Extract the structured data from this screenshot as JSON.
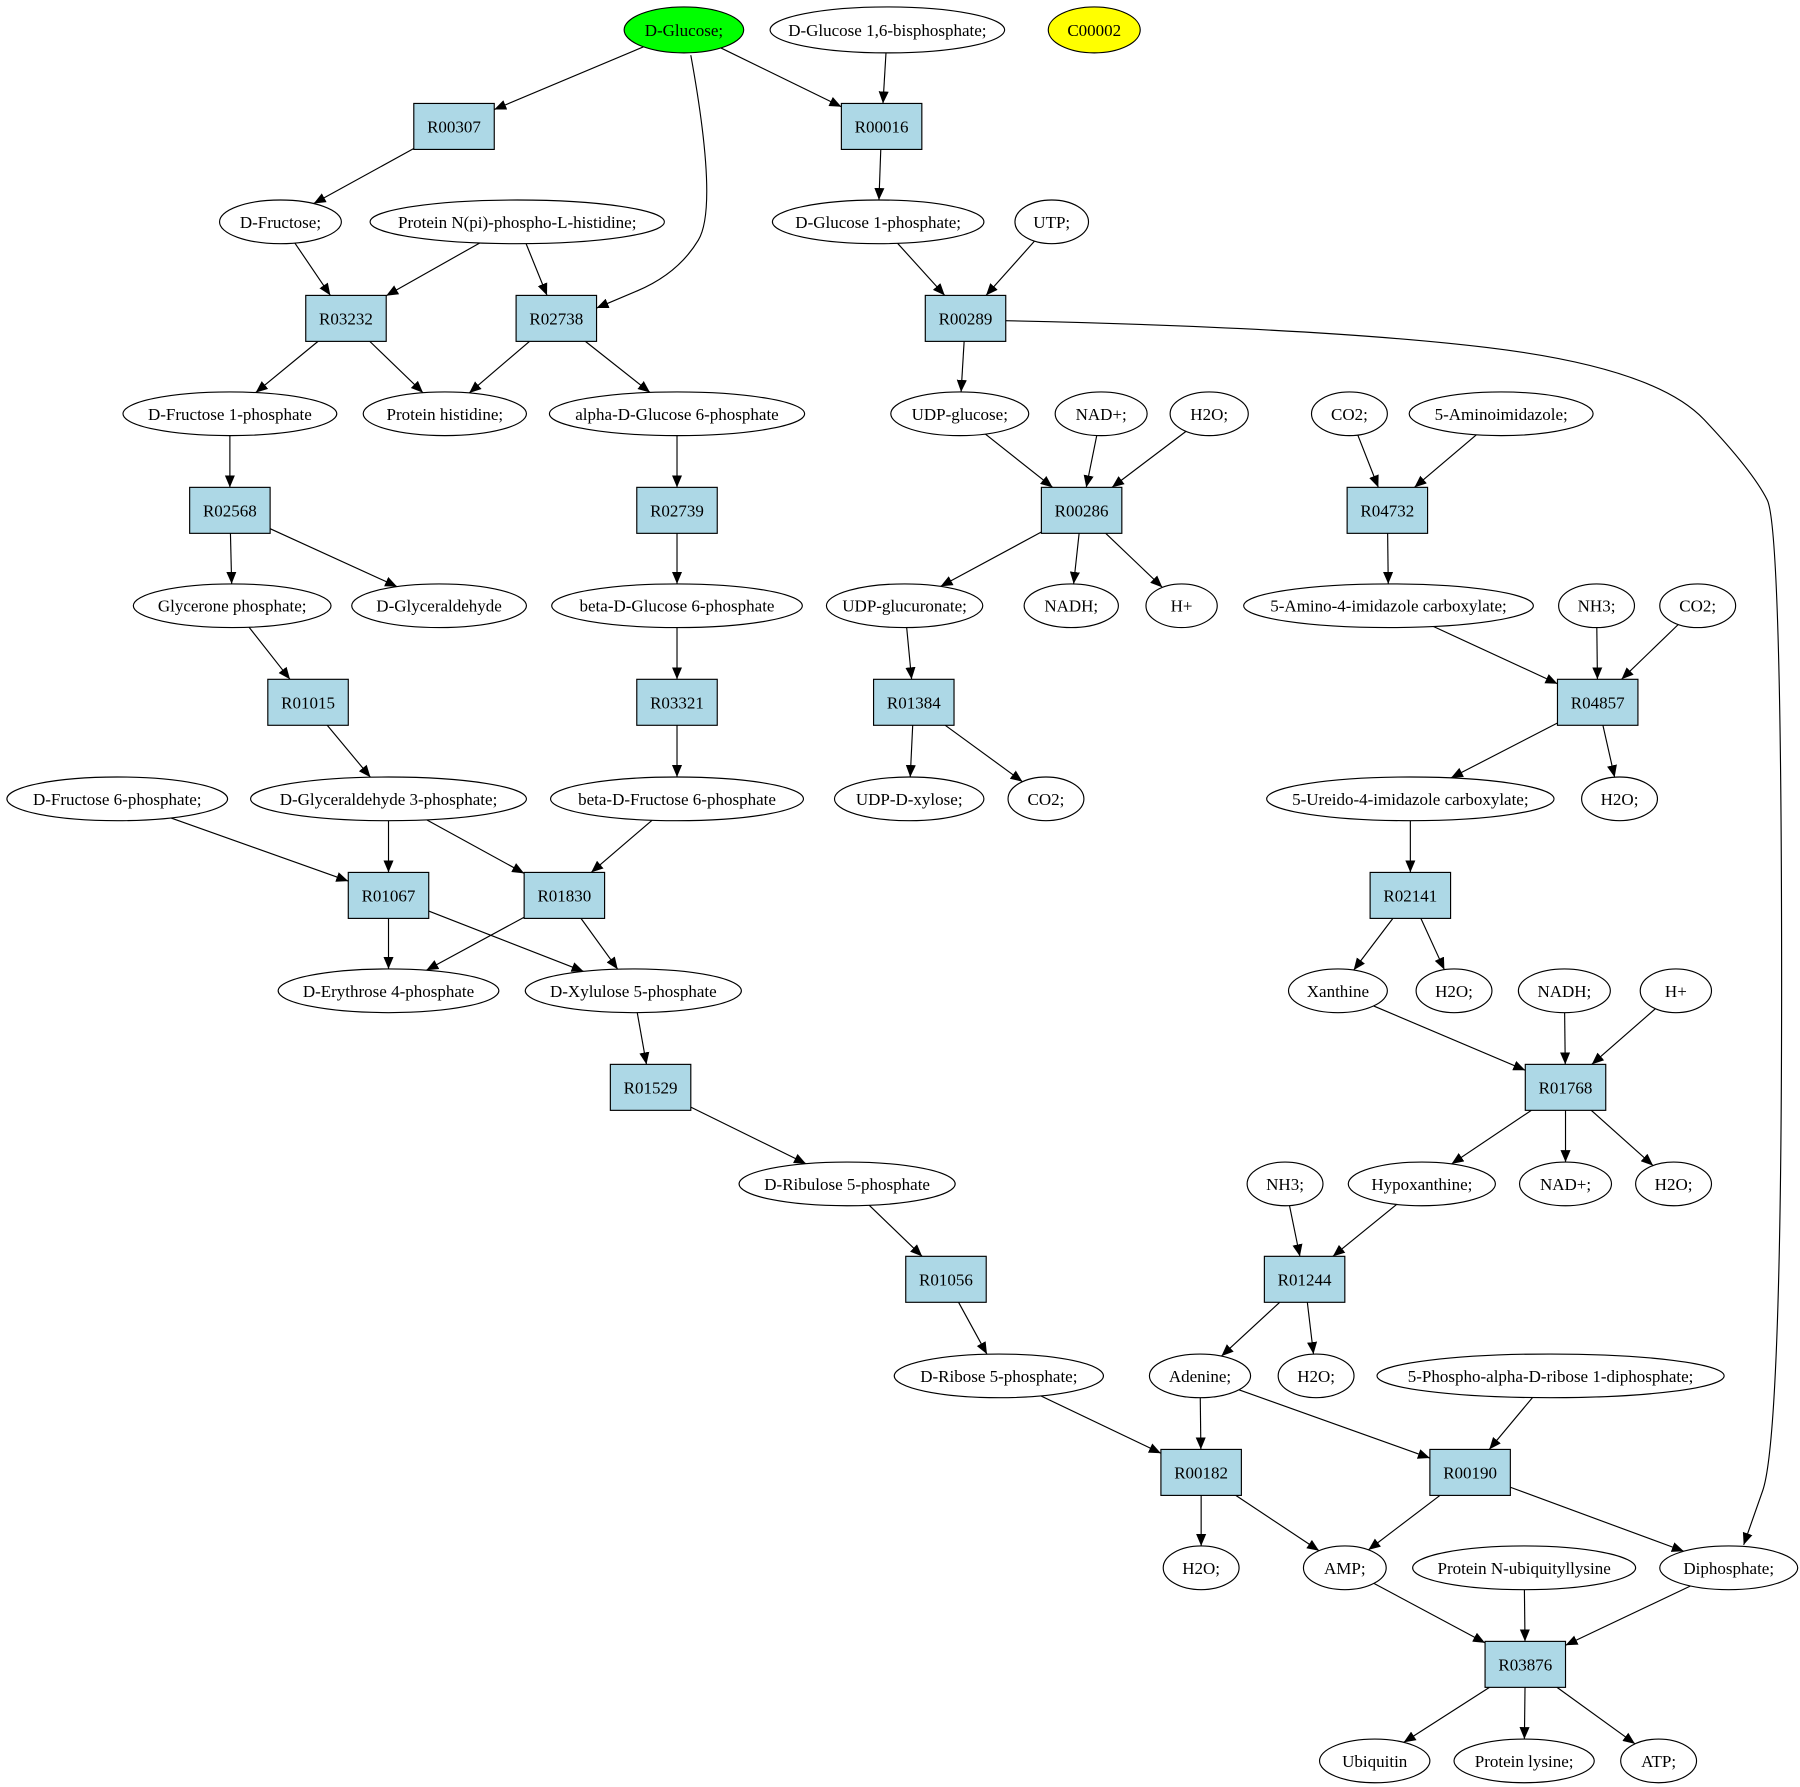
{
  "colors": {
    "reaction_fill": "#add8e6",
    "compound_fill": "#ffffff",
    "start_fill": "#00ff00",
    "query_fill": "#ffff00",
    "stroke": "#000000"
  },
  "reactions": [
    {
      "id": "R00307",
      "label": "R00307"
    },
    {
      "id": "R00016",
      "label": "R00016"
    },
    {
      "id": "R03232",
      "label": "R03232"
    },
    {
      "id": "R02738",
      "label": "R02738"
    },
    {
      "id": "R00289",
      "label": "R00289"
    },
    {
      "id": "R02568",
      "label": "R02568"
    },
    {
      "id": "R02739",
      "label": "R02739"
    },
    {
      "id": "R00286",
      "label": "R00286"
    },
    {
      "id": "R04732",
      "label": "R04732"
    },
    {
      "id": "R01015",
      "label": "R01015"
    },
    {
      "id": "R03321",
      "label": "R03321"
    },
    {
      "id": "R01384",
      "label": "R01384"
    },
    {
      "id": "R04857",
      "label": "R04857"
    },
    {
      "id": "R01067",
      "label": "R01067"
    },
    {
      "id": "R01830",
      "label": "R01830"
    },
    {
      "id": "R02141",
      "label": "R02141"
    },
    {
      "id": "R01529",
      "label": "R01529"
    },
    {
      "id": "R01768",
      "label": "R01768"
    },
    {
      "id": "R01056",
      "label": "R01056"
    },
    {
      "id": "R01244",
      "label": "R01244"
    },
    {
      "id": "R00182",
      "label": "R00182"
    },
    {
      "id": "R00190",
      "label": "R00190"
    },
    {
      "id": "R03876",
      "label": "R03876"
    }
  ],
  "compounds": [
    {
      "id": "dglucose",
      "label": "D-Glucose;",
      "style": "start"
    },
    {
      "id": "dg16bp",
      "label": "D-Glucose 1,6-bisphosphate;"
    },
    {
      "id": "c00002",
      "label": "C00002",
      "style": "query"
    },
    {
      "id": "dfructose",
      "label": "D-Fructose;"
    },
    {
      "id": "protnpi",
      "label": "Protein N(pi)-phospho-L-histidine;"
    },
    {
      "id": "dg1p",
      "label": "D-Glucose 1-phosphate;"
    },
    {
      "id": "utp",
      "label": "UTP;"
    },
    {
      "id": "df1p",
      "label": "D-Fructose 1-phosphate"
    },
    {
      "id": "prothis",
      "label": "Protein histidine;"
    },
    {
      "id": "adg6p",
      "label": "alpha-D-Glucose 6-phosphate"
    },
    {
      "id": "udpglc",
      "label": "UDP-glucose;"
    },
    {
      "id": "nadp1",
      "label": "NAD+;"
    },
    {
      "id": "h2o_r286",
      "label": "H2O;"
    },
    {
      "id": "co2_r4732",
      "label": "CO2;"
    },
    {
      "id": "aminoimid",
      "label": "5-Aminoimidazole;"
    },
    {
      "id": "glycp",
      "label": "Glycerone phosphate;"
    },
    {
      "id": "dglyald",
      "label": "D-Glyceraldehyde"
    },
    {
      "id": "bdg6p",
      "label": "beta-D-Glucose 6-phosphate"
    },
    {
      "id": "udpglcur",
      "label": "UDP-glucuronate;"
    },
    {
      "id": "nadh1",
      "label": "NADH;"
    },
    {
      "id": "hplus1",
      "label": "H+"
    },
    {
      "id": "aica",
      "label": "5-Amino-4-imidazole carboxylate;"
    },
    {
      "id": "nh3_r4857",
      "label": "NH3;"
    },
    {
      "id": "co2_r4857",
      "label": "CO2;"
    },
    {
      "id": "df6p",
      "label": "D-Fructose 6-phosphate;"
    },
    {
      "id": "dga3p",
      "label": "D-Glyceraldehyde 3-phosphate;"
    },
    {
      "id": "bdf6p",
      "label": "beta-D-Fructose 6-phosphate"
    },
    {
      "id": "udpxyl",
      "label": "UDP-D-xylose;"
    },
    {
      "id": "co2_r1384",
      "label": "CO2;"
    },
    {
      "id": "uica",
      "label": "5-Ureido-4-imidazole carboxylate;"
    },
    {
      "id": "h2o_r4857",
      "label": "H2O;"
    },
    {
      "id": "de4p",
      "label": "D-Erythrose 4-phosphate"
    },
    {
      "id": "dx5p",
      "label": "D-Xylulose 5-phosphate"
    },
    {
      "id": "xanthine",
      "label": "Xanthine"
    },
    {
      "id": "h2o_r2141",
      "label": "H2O;"
    },
    {
      "id": "nadh2",
      "label": "NADH;"
    },
    {
      "id": "hplus2",
      "label": "H+"
    },
    {
      "id": "dru5p",
      "label": "D-Ribulose 5-phosphate"
    },
    {
      "id": "nh3_r1244",
      "label": "NH3;"
    },
    {
      "id": "hypox",
      "label": "Hypoxanthine;"
    },
    {
      "id": "nadp2",
      "label": "NAD+;"
    },
    {
      "id": "h2o_r1768",
      "label": "H2O;"
    },
    {
      "id": "dr5p",
      "label": "D-Ribose 5-phosphate;"
    },
    {
      "id": "adenine",
      "label": "Adenine;"
    },
    {
      "id": "h2o_r1244",
      "label": "H2O;"
    },
    {
      "id": "prpp",
      "label": "5-Phospho-alpha-D-ribose 1-diphosphate;"
    },
    {
      "id": "h2o_r182",
      "label": "H2O;"
    },
    {
      "id": "amp",
      "label": "AMP;"
    },
    {
      "id": "protnub",
      "label": "Protein N-ubiquityllysine"
    },
    {
      "id": "diphos",
      "label": "Diphosphate;"
    },
    {
      "id": "ubiquitin",
      "label": "Ubiquitin"
    },
    {
      "id": "protlys",
      "label": "Protein lysine;"
    },
    {
      "id": "atp",
      "label": "ATP;"
    }
  ],
  "edges": [
    [
      "dglucose",
      "R00307"
    ],
    [
      "dglucose",
      "R00016"
    ],
    [
      "dg16bp",
      "R00016"
    ],
    [
      "dglucose",
      "R02738"
    ],
    [
      "R00307",
      "dfructose"
    ],
    [
      "R00016",
      "dg1p"
    ],
    [
      "dfructose",
      "R03232"
    ],
    [
      "protnpi",
      "R03232"
    ],
    [
      "protnpi",
      "R02738"
    ],
    [
      "dg1p",
      "R00289"
    ],
    [
      "utp",
      "R00289"
    ],
    [
      "R03232",
      "df1p"
    ],
    [
      "R03232",
      "prothis"
    ],
    [
      "R02738",
      "prothis"
    ],
    [
      "R02738",
      "adg6p"
    ],
    [
      "R00289",
      "udpglc"
    ],
    [
      "R00289",
      "diphos"
    ],
    [
      "df1p",
      "R02568"
    ],
    [
      "adg6p",
      "R02739"
    ],
    [
      "udpglc",
      "R00286"
    ],
    [
      "nadp1",
      "R00286"
    ],
    [
      "h2o_r286",
      "R00286"
    ],
    [
      "co2_r4732",
      "R04732"
    ],
    [
      "aminoimid",
      "R04732"
    ],
    [
      "R02568",
      "glycp"
    ],
    [
      "R02568",
      "dglyald"
    ],
    [
      "R02739",
      "bdg6p"
    ],
    [
      "R00286",
      "udpglcur"
    ],
    [
      "R00286",
      "nadh1"
    ],
    [
      "R00286",
      "hplus1"
    ],
    [
      "R04732",
      "aica"
    ],
    [
      "glycp",
      "R01015"
    ],
    [
      "bdg6p",
      "R03321"
    ],
    [
      "udpglcur",
      "R01384"
    ],
    [
      "aica",
      "R04857"
    ],
    [
      "nh3_r4857",
      "R04857"
    ],
    [
      "co2_r4857",
      "R04857"
    ],
    [
      "R01015",
      "dga3p"
    ],
    [
      "R03321",
      "bdf6p"
    ],
    [
      "R01384",
      "udpxyl"
    ],
    [
      "R01384",
      "co2_r1384"
    ],
    [
      "R04857",
      "uica"
    ],
    [
      "R04857",
      "h2o_r4857"
    ],
    [
      "df6p",
      "R01067"
    ],
    [
      "dga3p",
      "R01067"
    ],
    [
      "dga3p",
      "R01830"
    ],
    [
      "bdf6p",
      "R01830"
    ],
    [
      "uica",
      "R02141"
    ],
    [
      "R01067",
      "de4p"
    ],
    [
      "R01067",
      "dx5p"
    ],
    [
      "R01830",
      "de4p"
    ],
    [
      "R01830",
      "dx5p"
    ],
    [
      "R02141",
      "xanthine"
    ],
    [
      "R02141",
      "h2o_r2141"
    ],
    [
      "dx5p",
      "R01529"
    ],
    [
      "xanthine",
      "R01768"
    ],
    [
      "nadh2",
      "R01768"
    ],
    [
      "hplus2",
      "R01768"
    ],
    [
      "R01529",
      "dru5p"
    ],
    [
      "R01768",
      "hypox"
    ],
    [
      "R01768",
      "nadp2"
    ],
    [
      "R01768",
      "h2o_r1768"
    ],
    [
      "dru5p",
      "R01056"
    ],
    [
      "nh3_r1244",
      "R01244"
    ],
    [
      "hypox",
      "R01244"
    ],
    [
      "R01056",
      "dr5p"
    ],
    [
      "R01244",
      "adenine"
    ],
    [
      "R01244",
      "h2o_r1244"
    ],
    [
      "dr5p",
      "R00182"
    ],
    [
      "adenine",
      "R00182"
    ],
    [
      "adenine",
      "R00190"
    ],
    [
      "prpp",
      "R00190"
    ],
    [
      "R00182",
      "h2o_r182"
    ],
    [
      "R00182",
      "amp"
    ],
    [
      "R00190",
      "amp"
    ],
    [
      "R00190",
      "diphos"
    ],
    [
      "amp",
      "R03876"
    ],
    [
      "protnub",
      "R03876"
    ],
    [
      "diphos",
      "R03876"
    ],
    [
      "R03876",
      "ubiquitin"
    ],
    [
      "R03876",
      "protlys"
    ],
    [
      "R03876",
      "atp"
    ]
  ]
}
